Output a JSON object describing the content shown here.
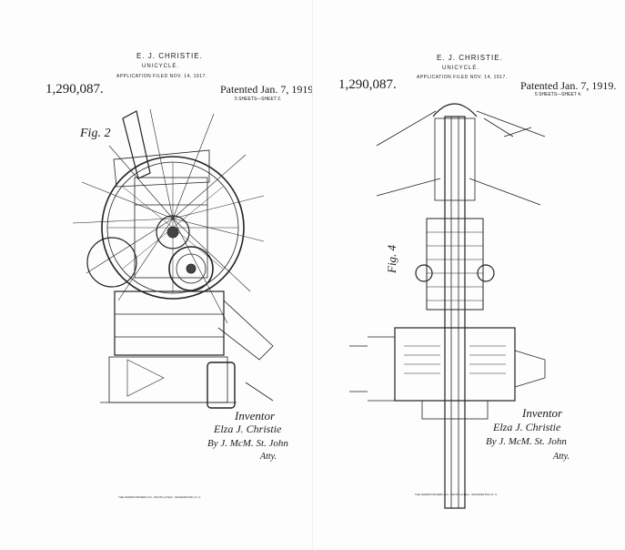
{
  "sheets": [
    {
      "inventor": "E. J. CHRISTIE.",
      "title": "UNICYCLE.",
      "application": "APPLICATION FILED NOV. 14, 1917.",
      "number": "1,290,087.",
      "patented": "Patented Jan. 7, 1919.",
      "sheets_note": "5 SHEETS—SHEET 2.",
      "fig_label": "Fig. 2",
      "signature_heading": "Inventor",
      "signature_name": "Elza J. Christie",
      "attorney": "By J. McM. St. John",
      "atty": "Atty.",
      "footer": "THE NORRIS PETERS CO., PHOTO-LITHO., WASHINGTON, D. C."
    },
    {
      "inventor": "E. J. CHRISTIE.",
      "title": "UNICYCLE.",
      "application": "APPLICATION FILED NOV. 14, 1917.",
      "number": "1,290,087.",
      "patented": "Patented Jan. 7, 1919.",
      "sheets_note": "5 SHEETS—SHEET 4.",
      "fig_label": "Fig. 4",
      "signature_heading": "Inventor",
      "signature_name": "Elza J. Christie",
      "attorney": "By J. McM. St. John",
      "atty": "Atty.",
      "footer": "THE NORRIS PETERS CO., PHOTO-LITHO., WASHINGTON, D. C."
    }
  ]
}
